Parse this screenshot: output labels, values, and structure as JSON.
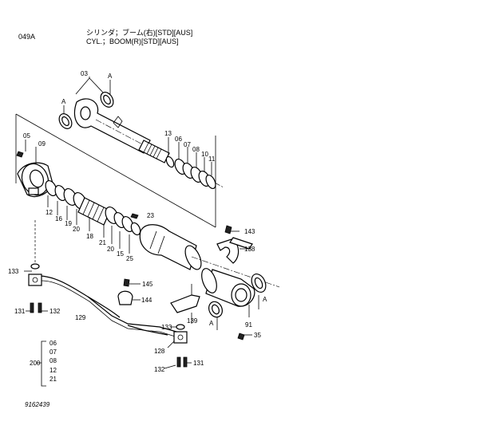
{
  "header": {
    "page_code": "049A",
    "title_jp": "シリンダ；ブーム(右)[STD][AUS]",
    "title_en": "CYL.；BOOM(R)[STD][AUS]"
  },
  "drawing_code": "9162439",
  "set": {
    "number": "200",
    "items": [
      "06",
      "07",
      "08",
      "12",
      "21"
    ]
  },
  "callouts": {
    "p03": "03",
    "pA1": "A",
    "pA2": "A",
    "pA3": "A",
    "pA4": "A",
    "p05": "05",
    "p09": "09",
    "p13": "13",
    "p06": "06",
    "p07": "07",
    "p08": "08",
    "p10": "10",
    "p11": "11",
    "p12": "12",
    "p16": "16",
    "p19": "19",
    "p20a": "20",
    "p18": "18",
    "p21": "21",
    "p20b": "20",
    "p15": "15",
    "p25": "25",
    "p23": "23",
    "p143": "143",
    "p138": "138",
    "p133a": "133",
    "p131a": "131",
    "p132a": "132",
    "p129": "129",
    "p145": "145",
    "p144": "144",
    "p139": "139",
    "p91": "91",
    "p35": "35",
    "p133b": "133",
    "p128": "128",
    "p132b": "132",
    "p131b": "131"
  }
}
